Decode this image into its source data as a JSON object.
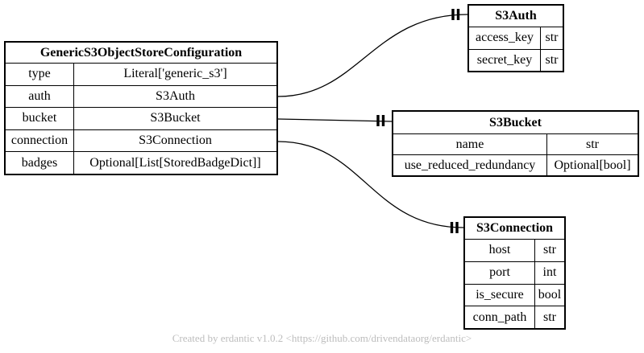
{
  "diagram": {
    "tool": "erdantic",
    "footer": "Created by erdantic v1.0.2 <https://github.com/drivendataorg/erdantic>",
    "background_color": "#ffffff",
    "line_color": "#000000",
    "footer_text_color": "#bdbdbd",
    "entity_border_color": "#000000"
  },
  "entities": [
    {
      "title": "GenericS3ObjectStoreConfiguration",
      "fields": [
        {
          "name": "type",
          "type": "Literal['generic_s3']"
        },
        {
          "name": "auth",
          "type": "S3Auth"
        },
        {
          "name": "bucket",
          "type": "S3Bucket"
        },
        {
          "name": "connection",
          "type": "S3Connection"
        },
        {
          "name": "badges",
          "type": "Optional[List[StoredBadgeDict]]"
        }
      ]
    },
    {
      "title": "S3Auth",
      "fields": [
        {
          "name": "access_key",
          "type": "str"
        },
        {
          "name": "secret_key",
          "type": "str"
        }
      ]
    },
    {
      "title": "S3Bucket",
      "fields": [
        {
          "name": "name",
          "type": "str"
        },
        {
          "name": "use_reduced_redundancy",
          "type": "Optional[bool]"
        }
      ]
    },
    {
      "title": "S3Connection",
      "fields": [
        {
          "name": "host",
          "type": "str"
        },
        {
          "name": "port",
          "type": "int"
        },
        {
          "name": "is_secure",
          "type": "bool"
        },
        {
          "name": "conn_path",
          "type": "str"
        }
      ]
    }
  ],
  "relationships": [
    {
      "from_entity": "GenericS3ObjectStoreConfiguration",
      "from_field": "auth",
      "to_entity": "S3Auth",
      "cardinality": "exactly one"
    },
    {
      "from_entity": "GenericS3ObjectStoreConfiguration",
      "from_field": "bucket",
      "to_entity": "S3Bucket",
      "cardinality": "exactly one"
    },
    {
      "from_entity": "GenericS3ObjectStoreConfiguration",
      "from_field": "connection",
      "to_entity": "S3Connection",
      "cardinality": "exactly one"
    }
  ]
}
